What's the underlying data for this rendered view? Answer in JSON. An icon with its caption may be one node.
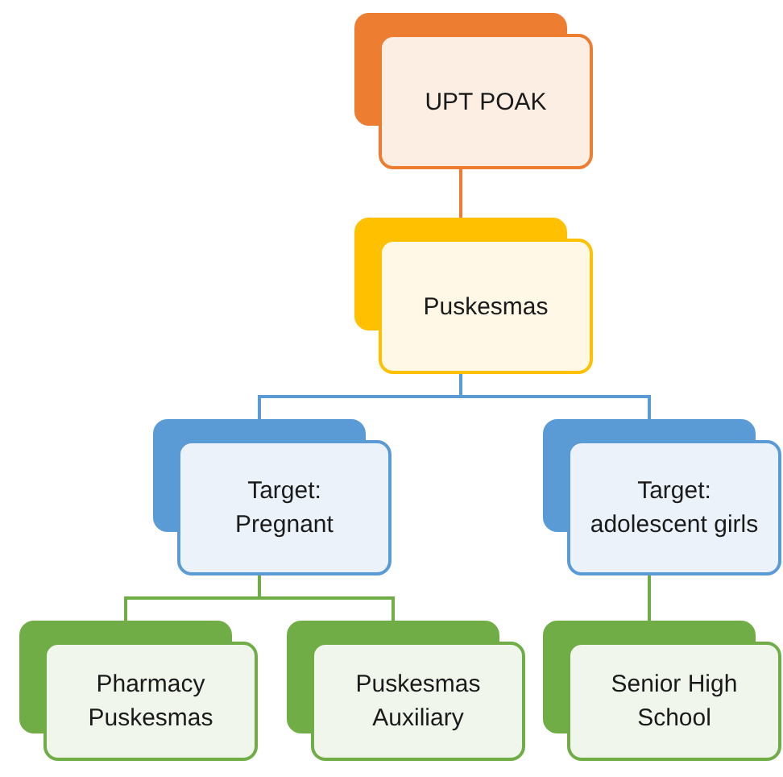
{
  "diagram": {
    "nodes": [
      {
        "text": [
          "UPT POAK"
        ]
      },
      {
        "text": [
          "Puskesmas"
        ]
      },
      {
        "text": [
          "Target: Pregnant"
        ]
      },
      {
        "text": [
          "Target: adolescent girls"
        ]
      },
      {
        "text": [
          "Pharmacy Puskesmas"
        ]
      },
      {
        "text": [
          "Puskesmas Auxiliary"
        ]
      },
      {
        "text": [
          "Senior High School"
        ]
      }
    ],
    "edges": [
      {
        "from": 0,
        "to": 1,
        "arrow": "none",
        "color": "#ed7d31"
      },
      {
        "from": 1,
        "to": 2,
        "arrow": "none",
        "color": "#5b9bd5"
      },
      {
        "from": 1,
        "to": 3,
        "arrow": "none",
        "color": "#5b9bd5"
      },
      {
        "from": 2,
        "to": 4,
        "arrow": "none",
        "color": "#70ad47"
      },
      {
        "from": 2,
        "to": 5,
        "arrow": "none",
        "color": "#70ad47"
      },
      {
        "from": 3,
        "to": 6,
        "arrow": "none",
        "color": "#70ad47"
      }
    ]
  }
}
